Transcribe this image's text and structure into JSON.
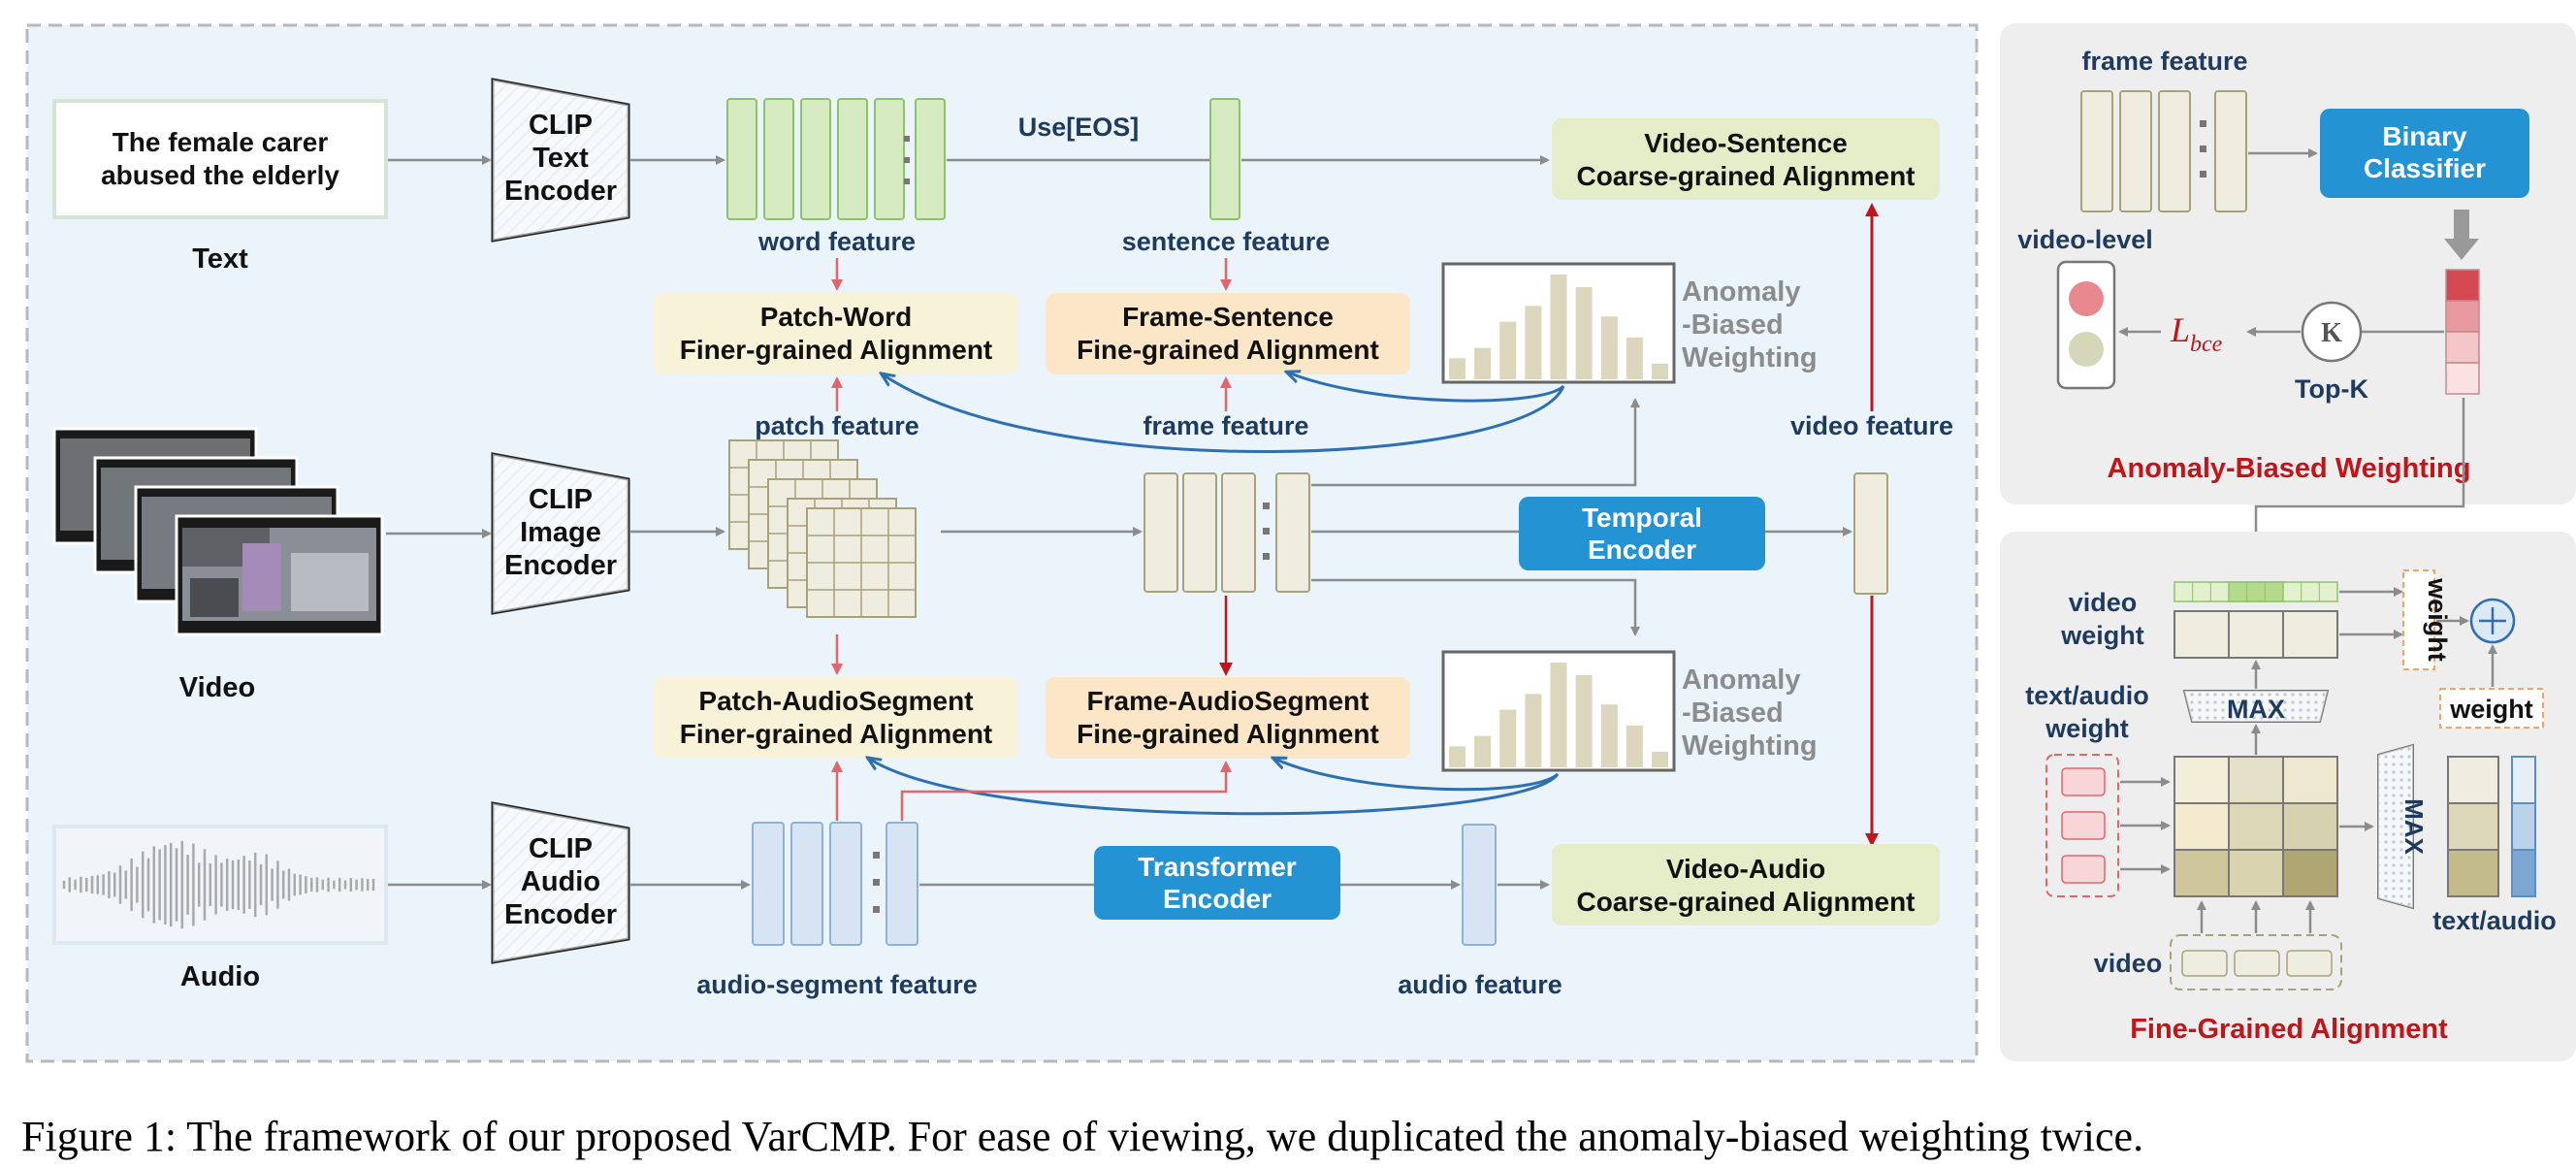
{
  "left": {
    "text_input": {
      "line1": "The female carer",
      "line2": "abused the elderly"
    },
    "text_label": "Text",
    "video_label": "Video",
    "audio_label": "Audio",
    "clip_text": {
      "l1": "CLIP",
      "l2": "Text",
      "l3": "Encoder"
    },
    "clip_image": {
      "l1": "CLIP",
      "l2": "Image",
      "l3": "Encoder"
    },
    "clip_audio": {
      "l1": "CLIP",
      "l2": "Audio",
      "l3": "Encoder"
    },
    "word_feature": "word feature",
    "use_eos": "Use[EOS]",
    "sentence_feature": "sentence feature",
    "patch_feature": "patch feature",
    "frame_feature": "frame feature",
    "video_feature": "video feature",
    "audio_segment_feature": "audio-segment feature",
    "audio_feature": "audio feature",
    "vs_align": {
      "l1": "Video-Sentence",
      "l2": "Coarse-grained Alignment"
    },
    "pw_align": {
      "l1": "Patch-Word",
      "l2": "Finer-grained Alignment"
    },
    "fs_align": {
      "l1": "Frame-Sentence",
      "l2": "Fine-grained Alignment"
    },
    "pa_align": {
      "l1": "Patch-AudioSegment",
      "l2": "Finer-grained Alignment"
    },
    "fa_align": {
      "l1": "Frame-AudioSegment",
      "l2": "Fine-grained Alignment"
    },
    "va_align": {
      "l1": "Video-Audio",
      "l2": "Coarse-grained Alignment"
    },
    "anomaly_top": {
      "l1": "Anomaly",
      "l2": "-Biased",
      "l3": "Weighting"
    },
    "anomaly_bottom": {
      "l1": "Anomaly",
      "l2": "-Biased",
      "l3": "Weighting"
    },
    "temporal_encoder": {
      "l1": "Temporal",
      "l2": "Encoder"
    },
    "transformer_encoder": {
      "l1": "Transformer",
      "l2": "Encoder"
    }
  },
  "right_top": {
    "frame_feature": "frame feature",
    "binary_classifier": {
      "l1": "Binary",
      "l2": "Classifier"
    },
    "video_level": "video-level",
    "loss": "L",
    "loss_sub": "bce",
    "k": "K",
    "topk": "Top-K",
    "title": "Anomaly-Biased Weighting"
  },
  "right_bottom": {
    "video_weight": {
      "l1": "video",
      "l2": "weight"
    },
    "text_audio_weight": {
      "l1": "text/audio",
      "l2": "weight"
    },
    "max_top": "MAX",
    "max_side": "MAX",
    "weight_rot": "weight",
    "weight": "weight",
    "video": "video",
    "text_audio": "text/audio",
    "title": "Fine-Grained Alignment"
  },
  "caption": "Figure 1: The framework of our proposed VarCMP. For ease of viewing, we duplicated the anomaly-biased weighting twice.",
  "colors": {
    "navy_text": "#1f3a5f",
    "red_title": "#c0161b",
    "blue_box": "#2393d3",
    "green_bar": "#d7ebc3",
    "beige_bar": "#efece0",
    "audio_bar": "#d6e4f3",
    "panel_bg": "#eaf4fa",
    "gray_panel": "#eeeeee"
  },
  "hist_bars": [
    0.2,
    0.3,
    0.55,
    0.7,
    1.0,
    0.88,
    0.6,
    0.4,
    0.15
  ]
}
